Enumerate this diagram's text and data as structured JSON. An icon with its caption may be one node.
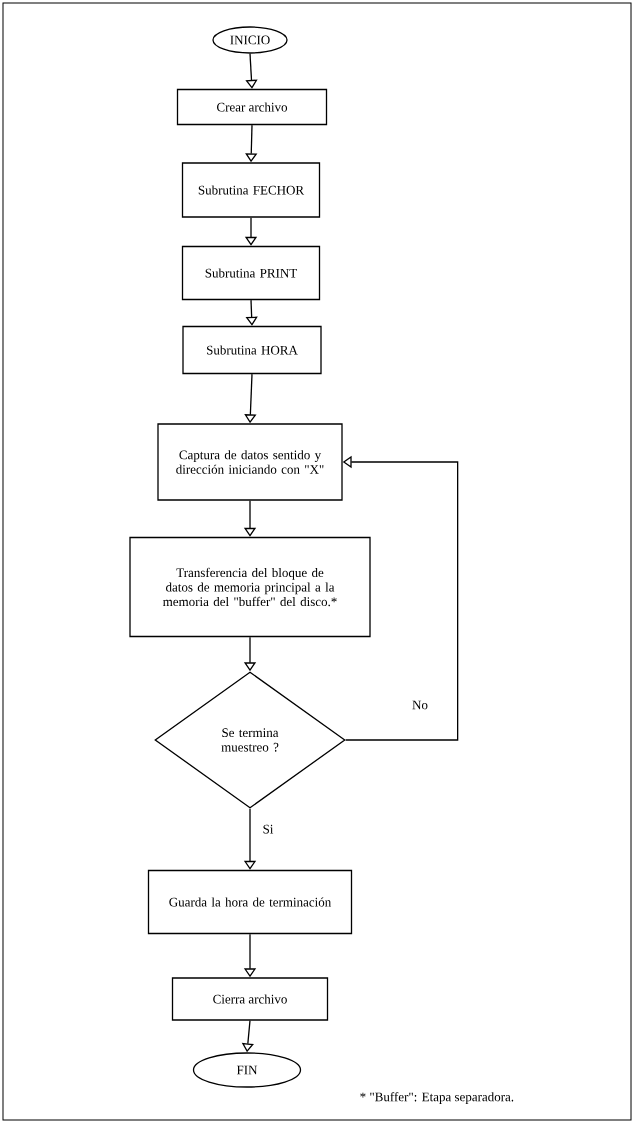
{
  "diagram": {
    "nodes": [
      {
        "text": [
          "INICIO"
        ]
      },
      {
        "text": [
          "Crear archivo"
        ]
      },
      {
        "text": [
          "Subrutina FECHOR"
        ]
      },
      {
        "text": [
          "Subrutina PRINT"
        ]
      },
      {
        "text": [
          "Subrutina HORA"
        ]
      },
      {
        "text": [
          "Captura de datos sentido y dirección iniciando con \"X\""
        ]
      },
      {
        "text": [
          "Transferencia del bloque de datos de memoria principal a la memoria del \"buffer\" del disco.*"
        ]
      },
      {
        "text": [
          "Se termina muestreo ?"
        ]
      },
      {
        "text": [
          "Guarda la hora de terminación"
        ]
      },
      {
        "text": [
          "Cierra archivo"
        ]
      },
      {
        "text": [
          "FIN"
        ]
      }
    ],
    "edges": [
      {
        "from": 0,
        "to": 1,
        "arrow": "to"
      },
      {
        "from": 1,
        "to": 2,
        "arrow": "to"
      },
      {
        "from": 2,
        "to": 3,
        "arrow": "to"
      },
      {
        "from": 3,
        "to": 4,
        "arrow": "to"
      },
      {
        "from": 4,
        "to": 5,
        "arrow": "to"
      },
      {
        "from": 5,
        "to": 6,
        "arrow": "to"
      },
      {
        "from": 6,
        "to": 7,
        "arrow": "to"
      },
      {
        "from": 7,
        "to": 5,
        "arrow": "to",
        "label": "No"
      },
      {
        "from": 7,
        "to": 8,
        "arrow": "to",
        "label": "Si"
      },
      {
        "from": 8,
        "to": 9,
        "arrow": "to"
      },
      {
        "from": 9,
        "to": 10,
        "arrow": "to"
      }
    ],
    "labels": [
      "* \"Buffer\": Etapa separadora."
    ]
  }
}
